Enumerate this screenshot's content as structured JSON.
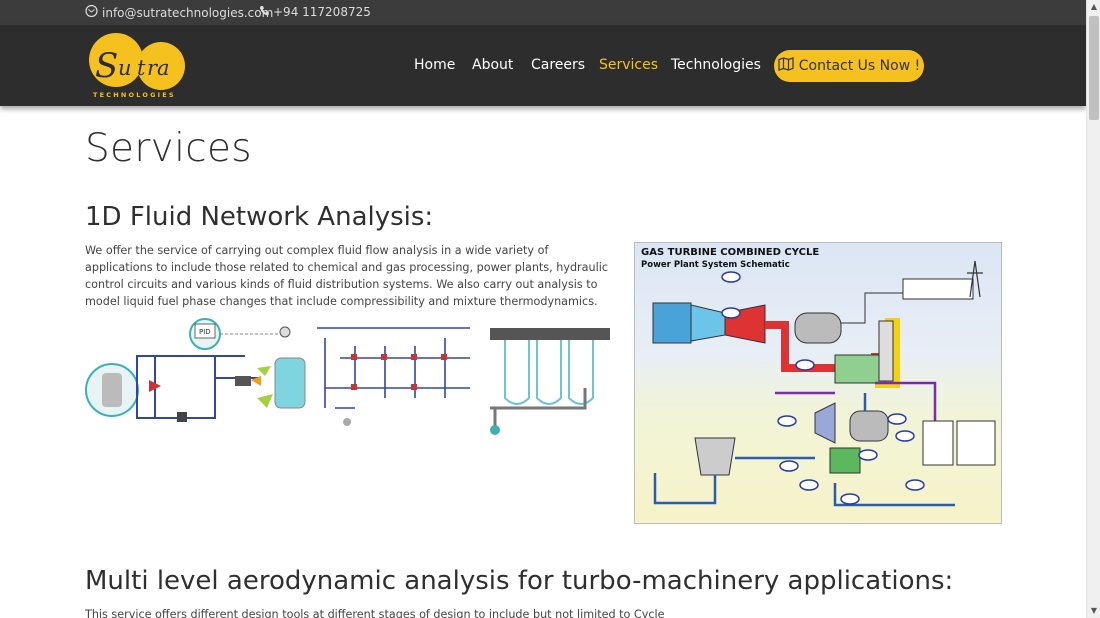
{
  "topbar": {
    "email": "info@sutratechnologies.com",
    "phone": "+94 117208725"
  },
  "brand": {
    "logo_script": "Sutra",
    "logo_caption": "TECHNOLOGIES"
  },
  "nav": {
    "items": [
      {
        "label": "Home"
      },
      {
        "label": "About"
      },
      {
        "label": "Careers"
      },
      {
        "label": "Services",
        "active": true
      },
      {
        "label": "Technologies"
      }
    ],
    "contact_label": "Contact Us Now !"
  },
  "colors": {
    "accent": "#f5c11f",
    "nav_bg": "#2d2d2d",
    "topbar_bg": "#3c3c3c"
  },
  "page": {
    "title": "Services",
    "section1": {
      "heading": "1D Fluid Network Analysis:",
      "body": "We offer the service of carrying out complex fluid flow analysis in a wide variety of applications to include those related to chemical and gas processing, power plants, hydraulic control circuits and various kinds of fluid distribution systems. We also carry out analysis to model liquid fuel phase changes that include compressibility and mixture thermodynamics."
    },
    "section2": {
      "heading": "Multi level aerodynamic analysis for turbo-machinery applications:",
      "body": "This service offers different design tools at different stages of design to include but not limited to Cycle"
    }
  },
  "schematic": {
    "title": "GAS TURBINE COMBINED CYCLE",
    "subtitle": "Power Plant System Schematic",
    "pid_label": "PID"
  }
}
